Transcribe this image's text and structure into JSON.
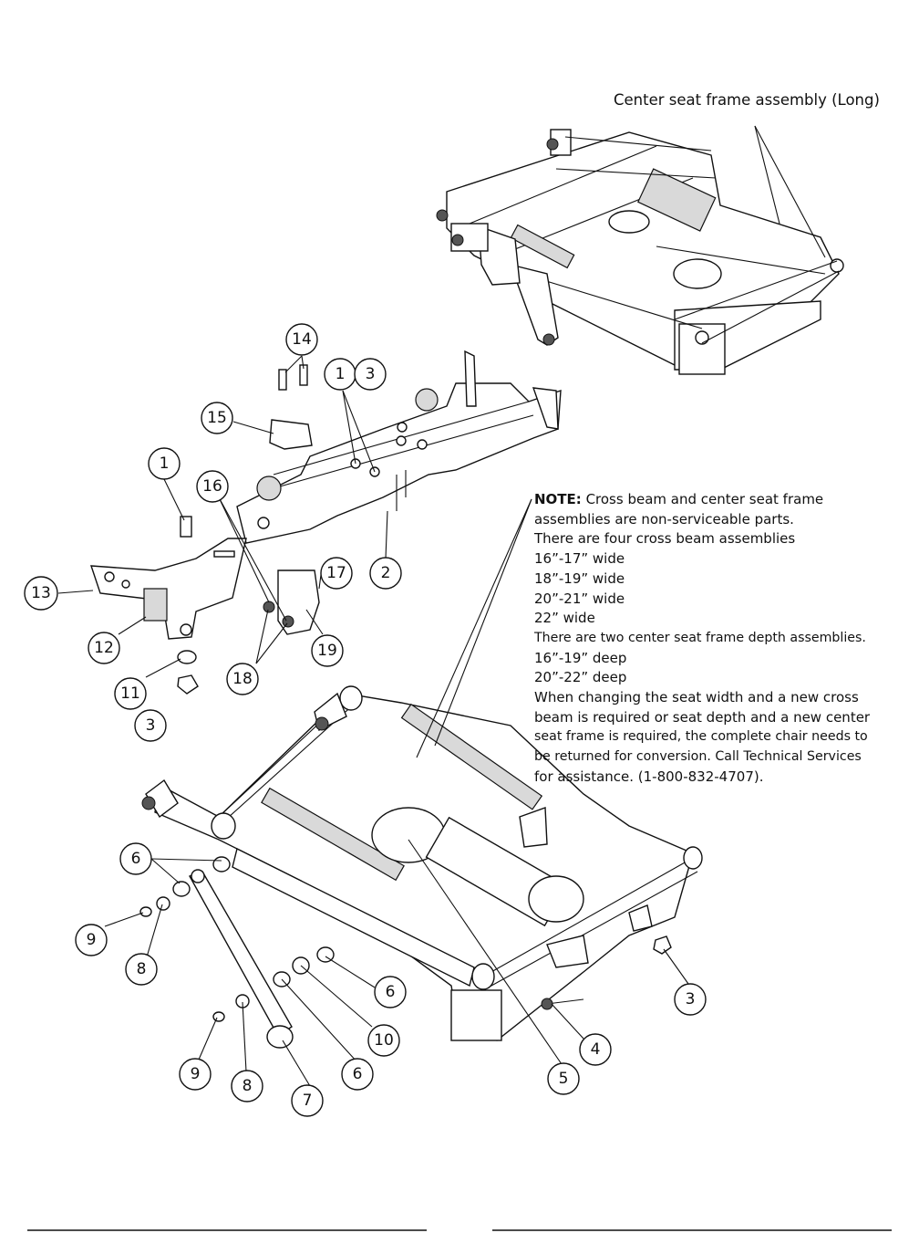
{
  "assembly_callout": "Center seat frame assembly (Long)",
  "note": {
    "lead": "NOTE:",
    "lines": [
      " Cross beam and center seat frame",
      "assemblies are non-serviceable parts.",
      "There are four cross beam assemblies",
      "16”-17” wide",
      "18”-19” wide",
      "20”-21” wide",
      "22” wide",
      "There are two center seat frame depth assemblies.",
      "16”-19” deep",
      "20”-22” deep",
      "When changing the seat width and a new cross",
      "beam is required or seat depth and a new center",
      "seat frame is required, the complete chair needs to",
      "be returned for conversion. Call Technical Services",
      "for assistance. (1-800-832-4707)."
    ]
  },
  "callouts": [
    "14",
    "1",
    "3",
    "15",
    "1",
    "16",
    "17",
    "2",
    "13",
    "12",
    "18",
    "19",
    "11",
    "3",
    "6",
    "9",
    "8",
    "6",
    "10",
    "3",
    "4",
    "9",
    "8",
    "7",
    "6",
    "5"
  ]
}
